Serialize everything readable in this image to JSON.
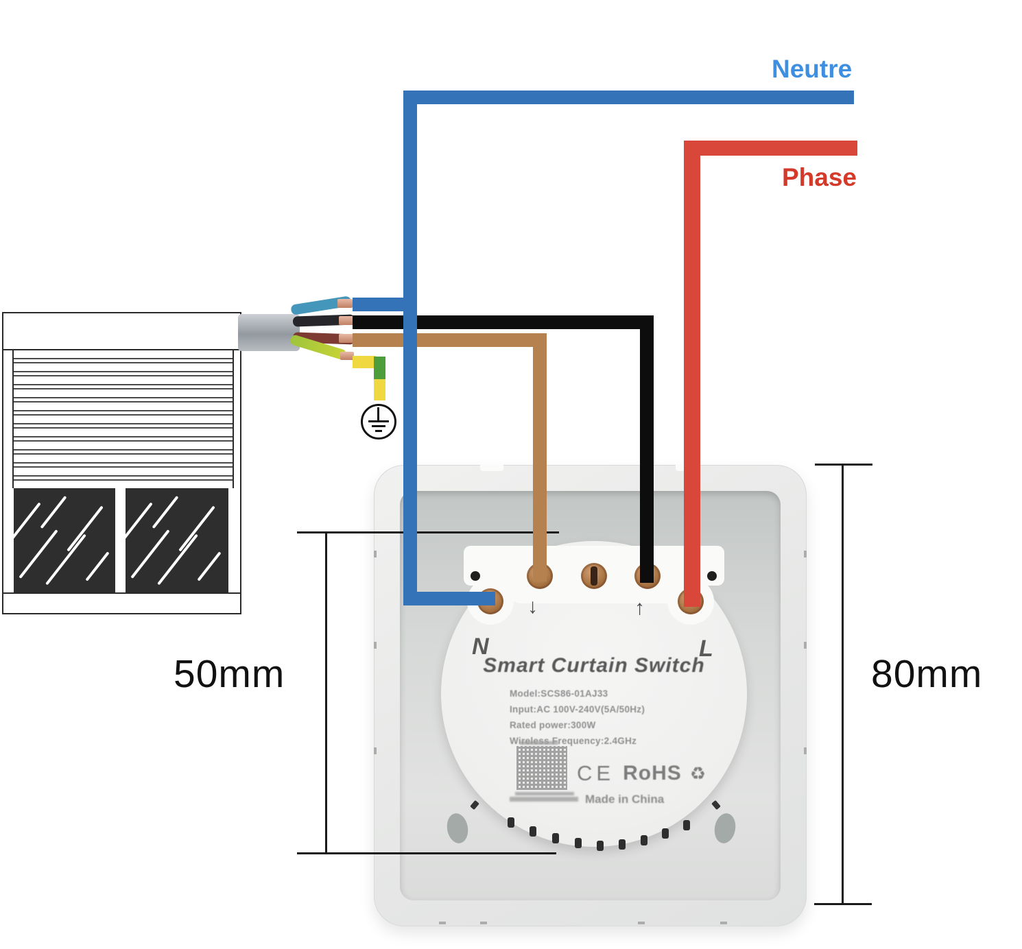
{
  "wiring": {
    "neutral_label": "Neutre",
    "phase_label": "Phase"
  },
  "dimensions": {
    "module_height": "50mm",
    "plate_height": "80mm"
  },
  "device": {
    "terminal_left": "N",
    "terminal_right": "L",
    "arrow_down": "↓",
    "arrow_up": "↑",
    "title": "Smart Curtain Switch",
    "specs": [
      "Model:SCS86-01AJ33",
      "Input:AC 100V-240V(5A/50Hz)",
      "Rated power:300W",
      "Wireless Frequency:2.4GHz"
    ],
    "ce_mark": "CE",
    "rohs_mark": "RoHS",
    "recycle_icon": "♻",
    "made_in": "Made in China"
  },
  "colors": {
    "neutral_blue": "#3573b8",
    "neutral_text": "#3f8fe0",
    "phase_red": "#d9473a",
    "phase_text": "#d43a2a",
    "live_black": "#0d0d0e",
    "brown": "#b5824f",
    "earth_yellow": "#f0d840",
    "earth_green": "#4d9e3a"
  }
}
